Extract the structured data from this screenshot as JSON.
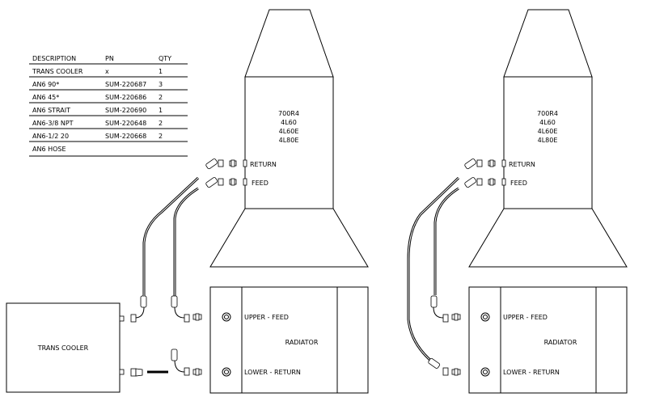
{
  "parts_table": {
    "headers": [
      "DESCRIPTION",
      "PN",
      "QTY"
    ],
    "rows": [
      [
        "TRANS COOLER",
        "x",
        "1"
      ],
      [
        "AN6 90*",
        "SUM-220687",
        "3"
      ],
      [
        "AN6 45*",
        "SUM-220686",
        "2"
      ],
      [
        "AN6 STRAIT",
        "SUM-220690",
        "1"
      ],
      [
        "AN6-3/8 NPT",
        "SUM-220648",
        "2"
      ],
      [
        "AN6-1/2 20",
        "SUM-220668",
        "2"
      ],
      [
        "AN6 HOSE",
        "",
        ""
      ]
    ]
  },
  "transmission": {
    "models": [
      "700R4",
      "4L60",
      "4L60E",
      "4L80E"
    ],
    "return_label": "RETURN",
    "feed_label": "FEED"
  },
  "radiator": {
    "label": "RADIATOR",
    "upper_label": "UPPER - FEED",
    "lower_label": "LOWER - RETURN"
  },
  "trans_cooler": {
    "label": "TRANS COOLER"
  }
}
